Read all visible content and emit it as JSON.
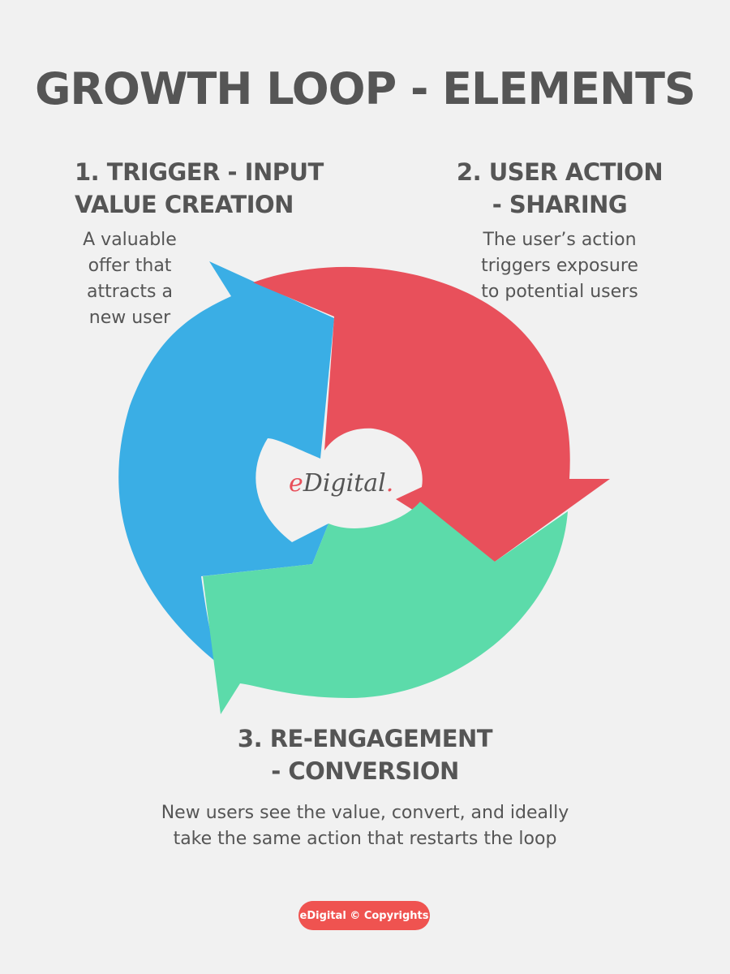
{
  "title": "GROWTH LOOP - ELEMENTS",
  "steps": [
    {
      "heading": [
        "1. TRIGGER - INPUT",
        "VALUE CREATION"
      ],
      "description": [
        "A valuable",
        "offer that",
        "attracts a",
        "new user"
      ],
      "color": "#3aaee5"
    },
    {
      "heading": [
        "2. USER ACTION",
        "- SHARING"
      ],
      "description": [
        "The user’s action",
        "triggers exposure",
        "to potential users"
      ],
      "color": "#e8505b"
    },
    {
      "heading": [
        "3. RE-ENGAGEMENT",
        "- CONVERSION"
      ],
      "description": [
        "New users see the value, convert, and ideally",
        "take the same action that restarts the loop"
      ],
      "color": "#5cdbaa"
    }
  ],
  "center_logo": {
    "e": "e",
    "rest": "Digital",
    "dot": "."
  },
  "footer": {
    "copyright": "eDigital © Copyrights",
    "color": "#ef5350"
  }
}
